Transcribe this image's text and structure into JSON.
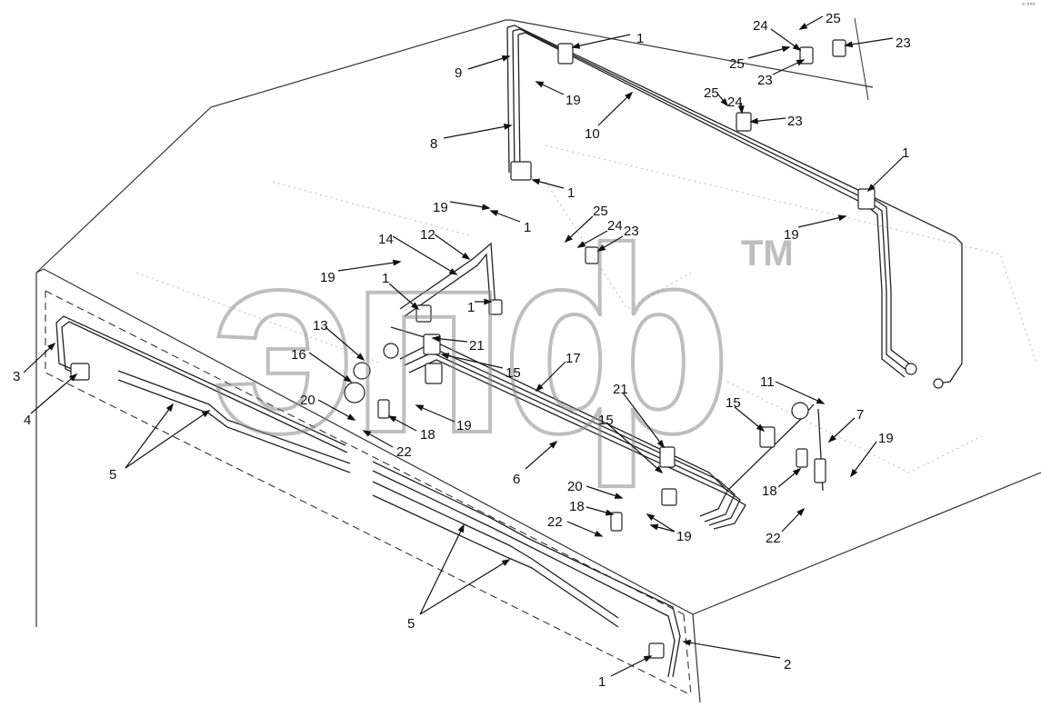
{
  "watermark": {
    "text": "эпф",
    "trademark": "TM"
  },
  "corner_mark": "° °°°",
  "callouts": [
    {
      "id": "c1a",
      "label": "1"
    },
    {
      "id": "c9",
      "label": "9"
    },
    {
      "id": "c19a",
      "label": "19"
    },
    {
      "id": "c10",
      "label": "10"
    },
    {
      "id": "c8",
      "label": "8"
    },
    {
      "id": "c1b",
      "label": "1"
    },
    {
      "id": "c19b",
      "label": "19"
    },
    {
      "id": "c1c",
      "label": "1"
    },
    {
      "id": "c24a",
      "label": "24"
    },
    {
      "id": "c25a",
      "label": "25"
    },
    {
      "id": "c23a",
      "label": "23"
    },
    {
      "id": "c25b",
      "label": "25"
    },
    {
      "id": "c23b",
      "label": "23"
    },
    {
      "id": "c25c",
      "label": "25"
    },
    {
      "id": "c24b",
      "label": "24"
    },
    {
      "id": "c23c",
      "label": "23"
    },
    {
      "id": "c1d",
      "label": "1"
    },
    {
      "id": "c19c",
      "label": "19"
    },
    {
      "id": "c25d",
      "label": "25"
    },
    {
      "id": "c24c",
      "label": "24"
    },
    {
      "id": "c23d",
      "label": "23"
    },
    {
      "id": "c14",
      "label": "14"
    },
    {
      "id": "c12",
      "label": "12"
    },
    {
      "id": "c19d",
      "label": "19"
    },
    {
      "id": "c1e",
      "label": "1"
    },
    {
      "id": "c1f",
      "label": "1"
    },
    {
      "id": "c13",
      "label": "13"
    },
    {
      "id": "c16",
      "label": "16"
    },
    {
      "id": "c21a",
      "label": "21"
    },
    {
      "id": "c15a",
      "label": "15"
    },
    {
      "id": "c17",
      "label": "17"
    },
    {
      "id": "c11",
      "label": "11"
    },
    {
      "id": "c3",
      "label": "3"
    },
    {
      "id": "c4",
      "label": "4"
    },
    {
      "id": "c20a",
      "label": "20"
    },
    {
      "id": "c18a",
      "label": "18"
    },
    {
      "id": "c19e",
      "label": "19"
    },
    {
      "id": "c22a",
      "label": "22"
    },
    {
      "id": "c21b",
      "label": "21"
    },
    {
      "id": "c15b",
      "label": "15"
    },
    {
      "id": "c15c",
      "label": "15"
    },
    {
      "id": "c7",
      "label": "7"
    },
    {
      "id": "c5a",
      "label": "5"
    },
    {
      "id": "c6",
      "label": "6"
    },
    {
      "id": "c20b",
      "label": "20"
    },
    {
      "id": "c18b",
      "label": "18"
    },
    {
      "id": "c22b",
      "label": "22"
    },
    {
      "id": "c19f",
      "label": "19"
    },
    {
      "id": "c18c",
      "label": "18"
    },
    {
      "id": "c19g",
      "label": "19"
    },
    {
      "id": "c22c",
      "label": "22"
    },
    {
      "id": "c5b",
      "label": "5"
    },
    {
      "id": "c2",
      "label": "2"
    },
    {
      "id": "c1g",
      "label": "1"
    }
  ]
}
